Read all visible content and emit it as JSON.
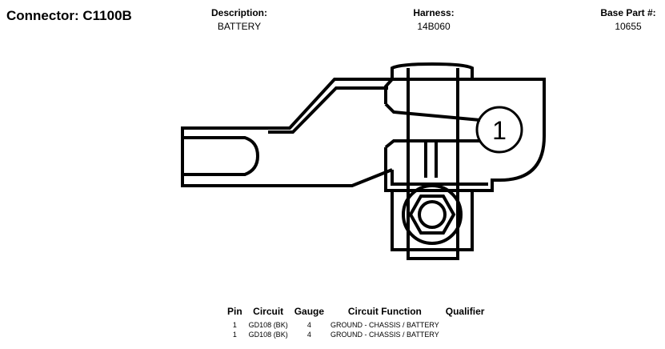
{
  "connector": {
    "title": "Connector: C1100B"
  },
  "header": {
    "description": {
      "label": "Description:",
      "value": "BATTERY"
    },
    "harness": {
      "label": "Harness:",
      "value": "14B060"
    },
    "base_part": {
      "label": "Base Part #:",
      "value": "10655"
    }
  },
  "diagram": {
    "callout_label": "1"
  },
  "pin_table": {
    "headers": {
      "pin": "Pin",
      "circuit": "Circuit",
      "gauge": "Gauge",
      "function": "Circuit Function",
      "qualifier": "Qualifier"
    },
    "rows": [
      {
        "pin": "1",
        "circuit": "GD108 (BK)",
        "gauge": "4",
        "function": "GROUND - CHASSIS / BATTERY",
        "qualifier": ""
      },
      {
        "pin": "1",
        "circuit": "GD108 (BK)",
        "gauge": "4",
        "function": "GROUND - CHASSIS / BATTERY",
        "qualifier": ""
      }
    ]
  }
}
